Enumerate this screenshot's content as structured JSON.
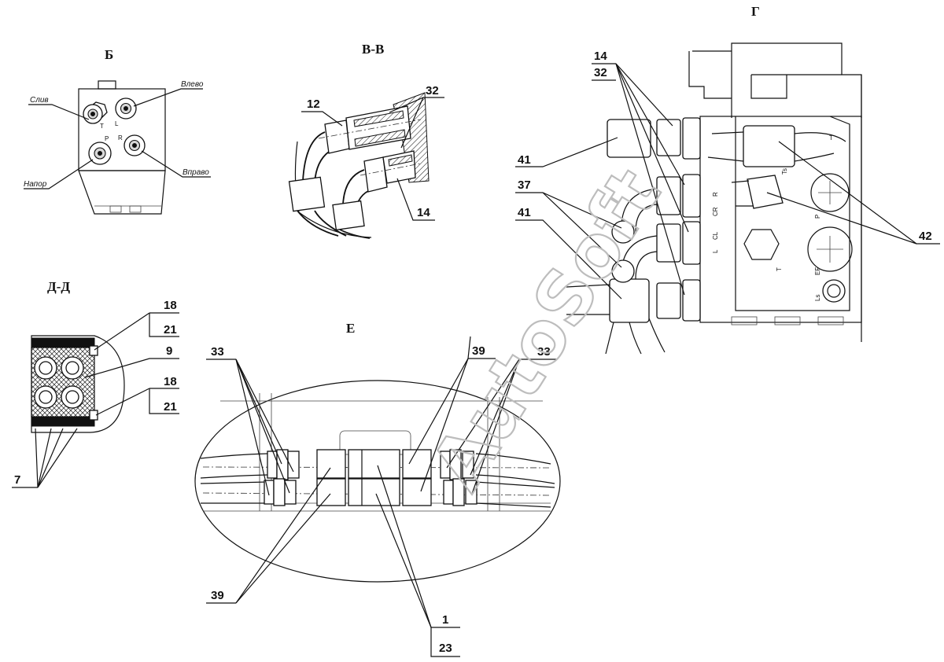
{
  "watermark": "AutoSoft",
  "views": {
    "b": {
      "title": "Б",
      "ports": [
        "Слив",
        "Влево",
        "Напор",
        "Вправо"
      ],
      "letters": [
        "T",
        "L",
        "P",
        "R"
      ]
    },
    "vv": {
      "title": "В-В",
      "callouts": [
        "12",
        "32",
        "14"
      ]
    },
    "g": {
      "title": "Г",
      "callouts": [
        "14",
        "32",
        "41",
        "37",
        "41",
        "42"
      ],
      "port_marks": [
        "T",
        "R",
        "CR",
        "CL",
        "L",
        "Ts",
        "P",
        "T",
        "EF",
        "Ls"
      ]
    },
    "dd": {
      "title": "Д-Д",
      "callouts": [
        "18",
        "21",
        "9",
        "18",
        "21",
        "7"
      ]
    },
    "e": {
      "title": "Е",
      "callouts": [
        "33",
        "39",
        "33",
        "39",
        "1",
        "23"
      ]
    }
  }
}
